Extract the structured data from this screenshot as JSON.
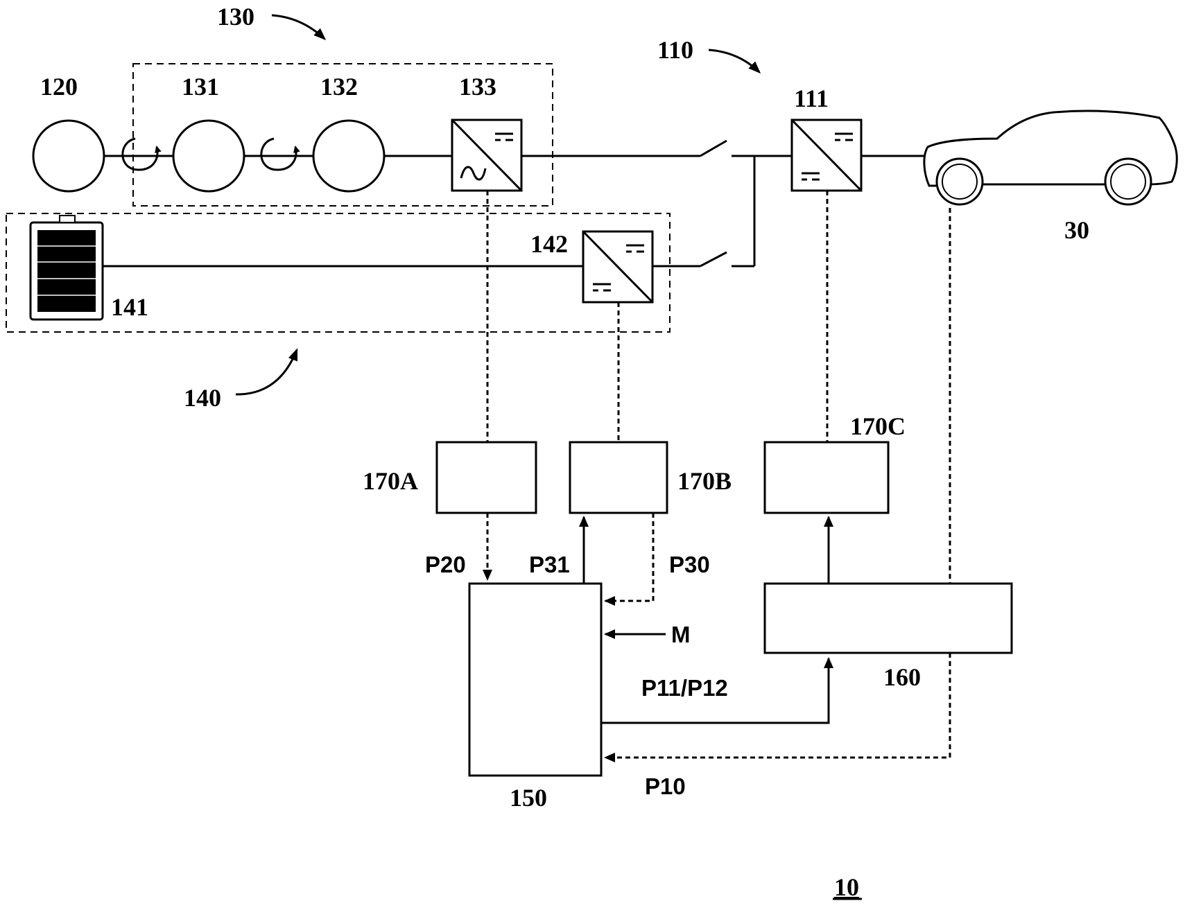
{
  "figure_number": "10",
  "labels": {
    "l130": "130",
    "l110": "110",
    "l120": "120",
    "l131": "131",
    "l132": "132",
    "l133": "133",
    "l111": "111",
    "l30": "30",
    "l142": "142",
    "l141": "141",
    "l140": "140",
    "l170a": "170A",
    "l170b": "170B",
    "l170c": "170C",
    "l150": "150",
    "l160": "160"
  },
  "signals": {
    "p20": "P20",
    "p31": "P31",
    "p30": "P30",
    "m": "M",
    "p11p12": "P11/P12",
    "p10": "P10"
  },
  "icons": {
    "converter": "converter-icon",
    "battery": "battery-icon",
    "vehicle": "vehicle-icon",
    "switch": "switch-icon",
    "rotation": "rotation-arrow-icon"
  }
}
